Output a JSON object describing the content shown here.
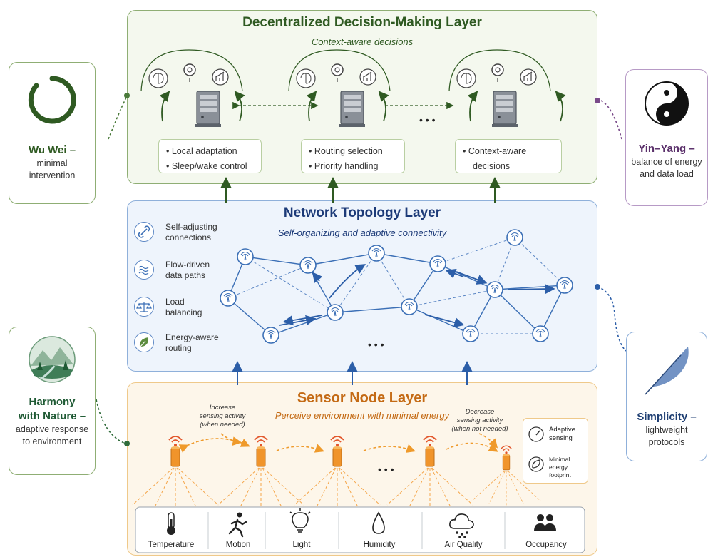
{
  "decision_layer": {
    "title": "Decentralized Decision-Making Layer",
    "subtitle": "Context-aware decisions",
    "boxes": [
      {
        "items": [
          "Local adaptation",
          "Sleep/wake control"
        ]
      },
      {
        "items": [
          "Routing selection",
          "Priority handling"
        ]
      },
      {
        "items": [
          "Context-aware",
          "decisions"
        ]
      }
    ],
    "ellipsis": "• • •"
  },
  "network_layer": {
    "title": "Network Topology Layer",
    "subtitle": "Self-organizing and adaptive connectivity",
    "features": [
      {
        "icon": "link-icon",
        "label_1": "Self-adjusting",
        "label_2": "connections"
      },
      {
        "icon": "waves-icon",
        "label_1": "Flow-driven",
        "label_2": "data paths"
      },
      {
        "icon": "balance-scale-icon",
        "label_1": "Load",
        "label_2": "balancing"
      },
      {
        "icon": "leaf-icon",
        "label_1": "Energy-aware",
        "label_2": "routing"
      }
    ],
    "ellipsis": "• • •"
  },
  "sensor_layer": {
    "title": "Sensor Node Layer",
    "subtitle": "Perceive environment with minimal energy",
    "increase_note": [
      "Increase",
      "sensing activity",
      "(when needed)"
    ],
    "decrease_note": [
      "Decrease",
      "sensing activity",
      "(when not needed)"
    ],
    "side_items": [
      {
        "icon": "gauge-icon",
        "label_1": "Adaptive",
        "label_2": "sensing"
      },
      {
        "icon": "leaf-icon",
        "label_1": "Minimal energy",
        "label_2": "footprint"
      }
    ],
    "ellipsis": "• • •",
    "sensors": [
      {
        "icon": "thermometer-icon",
        "label": "Temperature"
      },
      {
        "icon": "running-person-icon",
        "label": "Motion"
      },
      {
        "icon": "lightbulb-icon",
        "label": "Light"
      },
      {
        "icon": "water-drop-icon",
        "label": "Humidity"
      },
      {
        "icon": "cloud-icon",
        "label": "Air Quality"
      },
      {
        "icon": "people-icon",
        "label": "Occupancy"
      }
    ]
  },
  "principles": {
    "wu_wei": {
      "name": "Wu Wei –",
      "desc_1": "minimal",
      "desc_2": "intervention",
      "color": "#4a7a3a"
    },
    "yin_yang": {
      "name": "Yin–Yang –",
      "desc_1": "balance of energy",
      "desc_2": "and data load",
      "color": "#7a4a8a"
    },
    "harmony": {
      "name_1": "Harmony",
      "name_2": "with Nature –",
      "desc_1": "adaptive response",
      "desc_2": "to environment",
      "color": "#2f6b3a"
    },
    "simplicity": {
      "name": "Simplicity –",
      "desc_1": "lightweight",
      "desc_2": "protocols",
      "color": "#1f3f73"
    }
  },
  "colors": {
    "green_title": "#2f5a22",
    "blue_title": "#1c3a78",
    "orange_title": "#c46a14",
    "node_blue": "#3b6fb6",
    "sensor_orange": "#f0942b"
  }
}
